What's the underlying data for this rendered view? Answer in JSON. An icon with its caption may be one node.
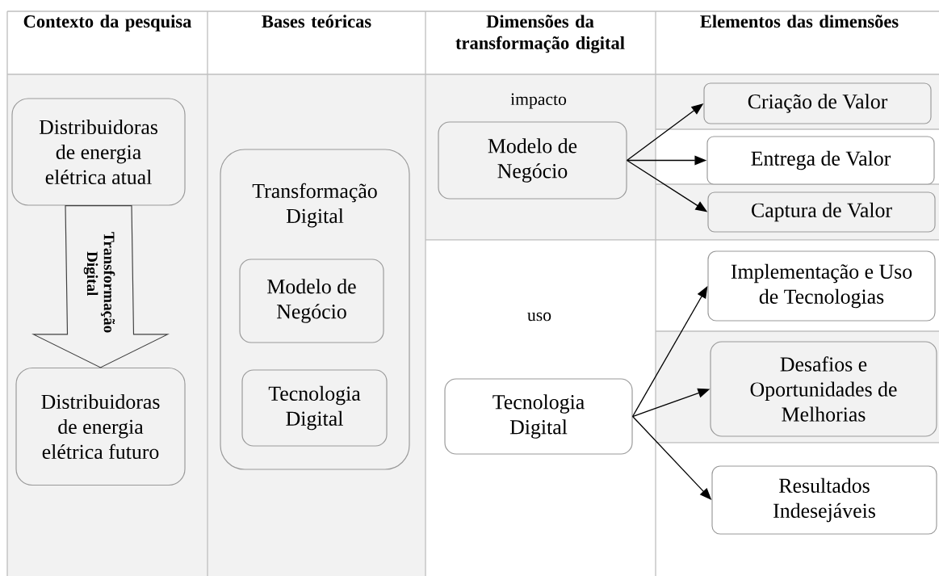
{
  "diagram": {
    "nodes": [
      {
        "text": [
          "Distribuidoras de energia elétrica atual"
        ]
      },
      {
        "text": [
          "Distribuidoras de energia elétrica futuro"
        ]
      },
      {
        "text": [
          "Transformação Digital"
        ]
      },
      {
        "text": [
          "Modelo de Negócio"
        ],
        "in": 2
      },
      {
        "text": [
          "Tecnologia Digital"
        ],
        "in": 2
      },
      {
        "text": [
          "Modelo de Negócio"
        ]
      },
      {
        "text": [
          "Tecnologia Digital"
        ]
      },
      {
        "text": [
          "Criação de Valor"
        ]
      },
      {
        "text": [
          "Entrega de Valor"
        ]
      },
      {
        "text": [
          "Captura de Valor"
        ]
      },
      {
        "text": [
          "Implementação e Uso de Tecnologias"
        ]
      },
      {
        "text": [
          "Desafios e Oportunidades de Melhorias"
        ]
      },
      {
        "text": [
          "Resultados Indesejáveis"
        ]
      }
    ],
    "edges": [
      {
        "from": 0,
        "to": 1,
        "arrow": "to",
        "label": "Transformação Digital",
        "style": "thick"
      },
      {
        "from": 5,
        "to": 7,
        "arrow": "to"
      },
      {
        "from": 5,
        "to": 8,
        "arrow": "to"
      },
      {
        "from": 5,
        "to": 9,
        "arrow": "to"
      },
      {
        "from": 6,
        "to": 10,
        "arrow": "to"
      },
      {
        "from": 6,
        "to": 11,
        "arrow": "to"
      },
      {
        "from": 6,
        "to": 12,
        "arrow": "to"
      }
    ],
    "labels": [
      "Contexto da pesquisa",
      "Bases teóricas",
      "Dimensões da transformação digital",
      "Elementos das dimensões",
      "impacto",
      "uso"
    ]
  }
}
